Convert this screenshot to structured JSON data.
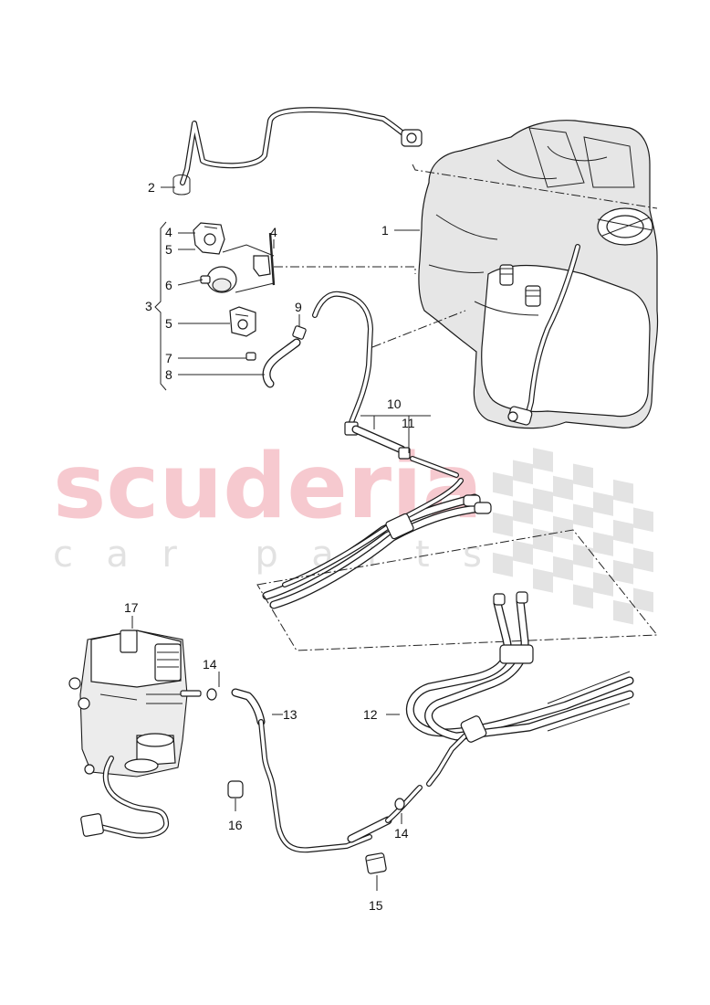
{
  "watermark": {
    "brand": "scuderia",
    "tagline": "car parts",
    "brand_color": "#f6c9cf",
    "tagline_color": "#e2e2e2"
  },
  "callouts": [
    {
      "id": "c1",
      "text": "1"
    },
    {
      "id": "c2",
      "text": "2"
    },
    {
      "id": "c3",
      "text": "3"
    },
    {
      "id": "c4a",
      "text": "4"
    },
    {
      "id": "c4b",
      "text": "4"
    },
    {
      "id": "c5a",
      "text": "5"
    },
    {
      "id": "c5b",
      "text": "5"
    },
    {
      "id": "c6",
      "text": "6"
    },
    {
      "id": "c7",
      "text": "7"
    },
    {
      "id": "c8",
      "text": "8"
    },
    {
      "id": "c9",
      "text": "9"
    },
    {
      "id": "c10",
      "text": "10"
    },
    {
      "id": "c11",
      "text": "11"
    },
    {
      "id": "c12",
      "text": "12"
    },
    {
      "id": "c13",
      "text": "13"
    },
    {
      "id": "c14a",
      "text": "14"
    },
    {
      "id": "c14b",
      "text": "14"
    },
    {
      "id": "c15",
      "text": "15"
    },
    {
      "id": "c16",
      "text": "16"
    },
    {
      "id": "c17",
      "text": "17"
    }
  ]
}
